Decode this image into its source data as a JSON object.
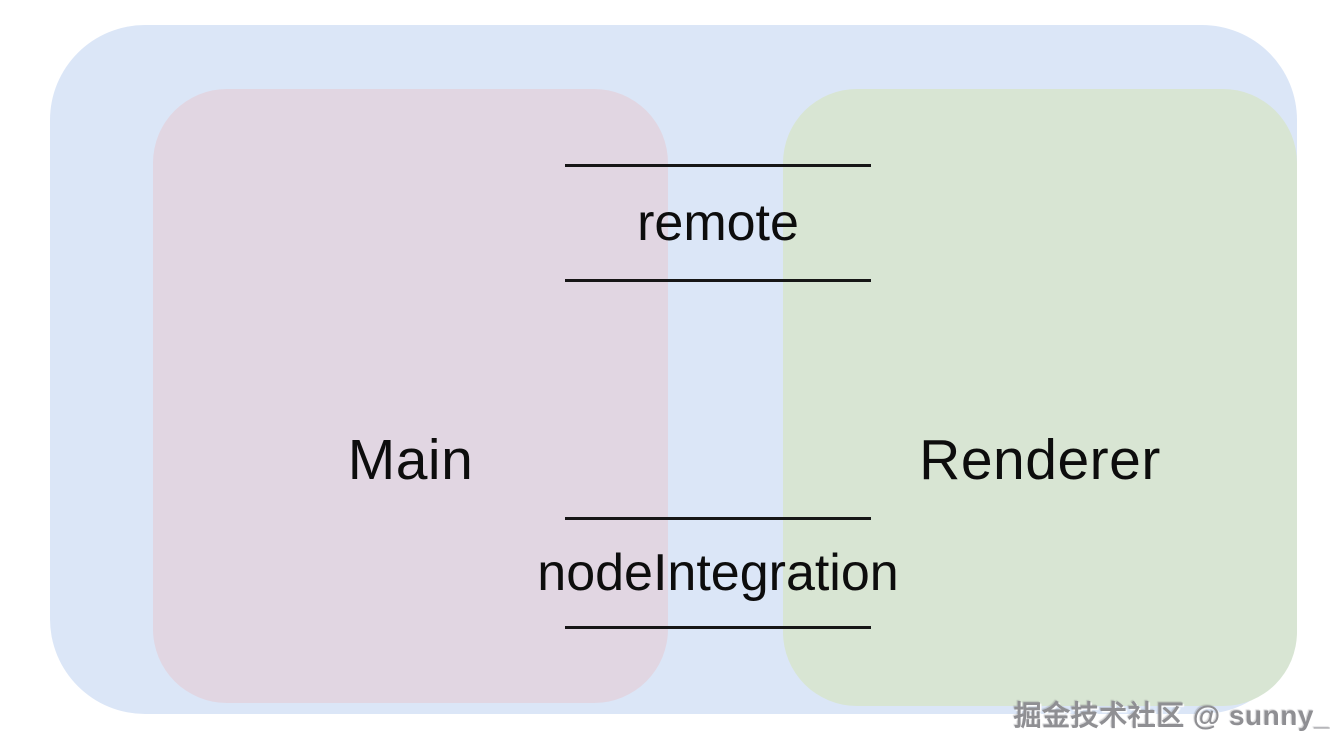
{
  "diagram": {
    "background_color": "#ffffff",
    "container": {
      "name": "electron-app-boundary",
      "color": "#dbe6f7"
    },
    "main_box": {
      "label": "Main",
      "color": "#e1d6e2"
    },
    "renderer_box": {
      "label": "Renderer",
      "color": "#d8e5d3"
    },
    "bridges": [
      {
        "label": "remote"
      },
      {
        "label": "nodeIntegration"
      }
    ],
    "line_color": "#161616"
  },
  "watermark": {
    "text": "掘金技术社区 @ sunny_"
  }
}
